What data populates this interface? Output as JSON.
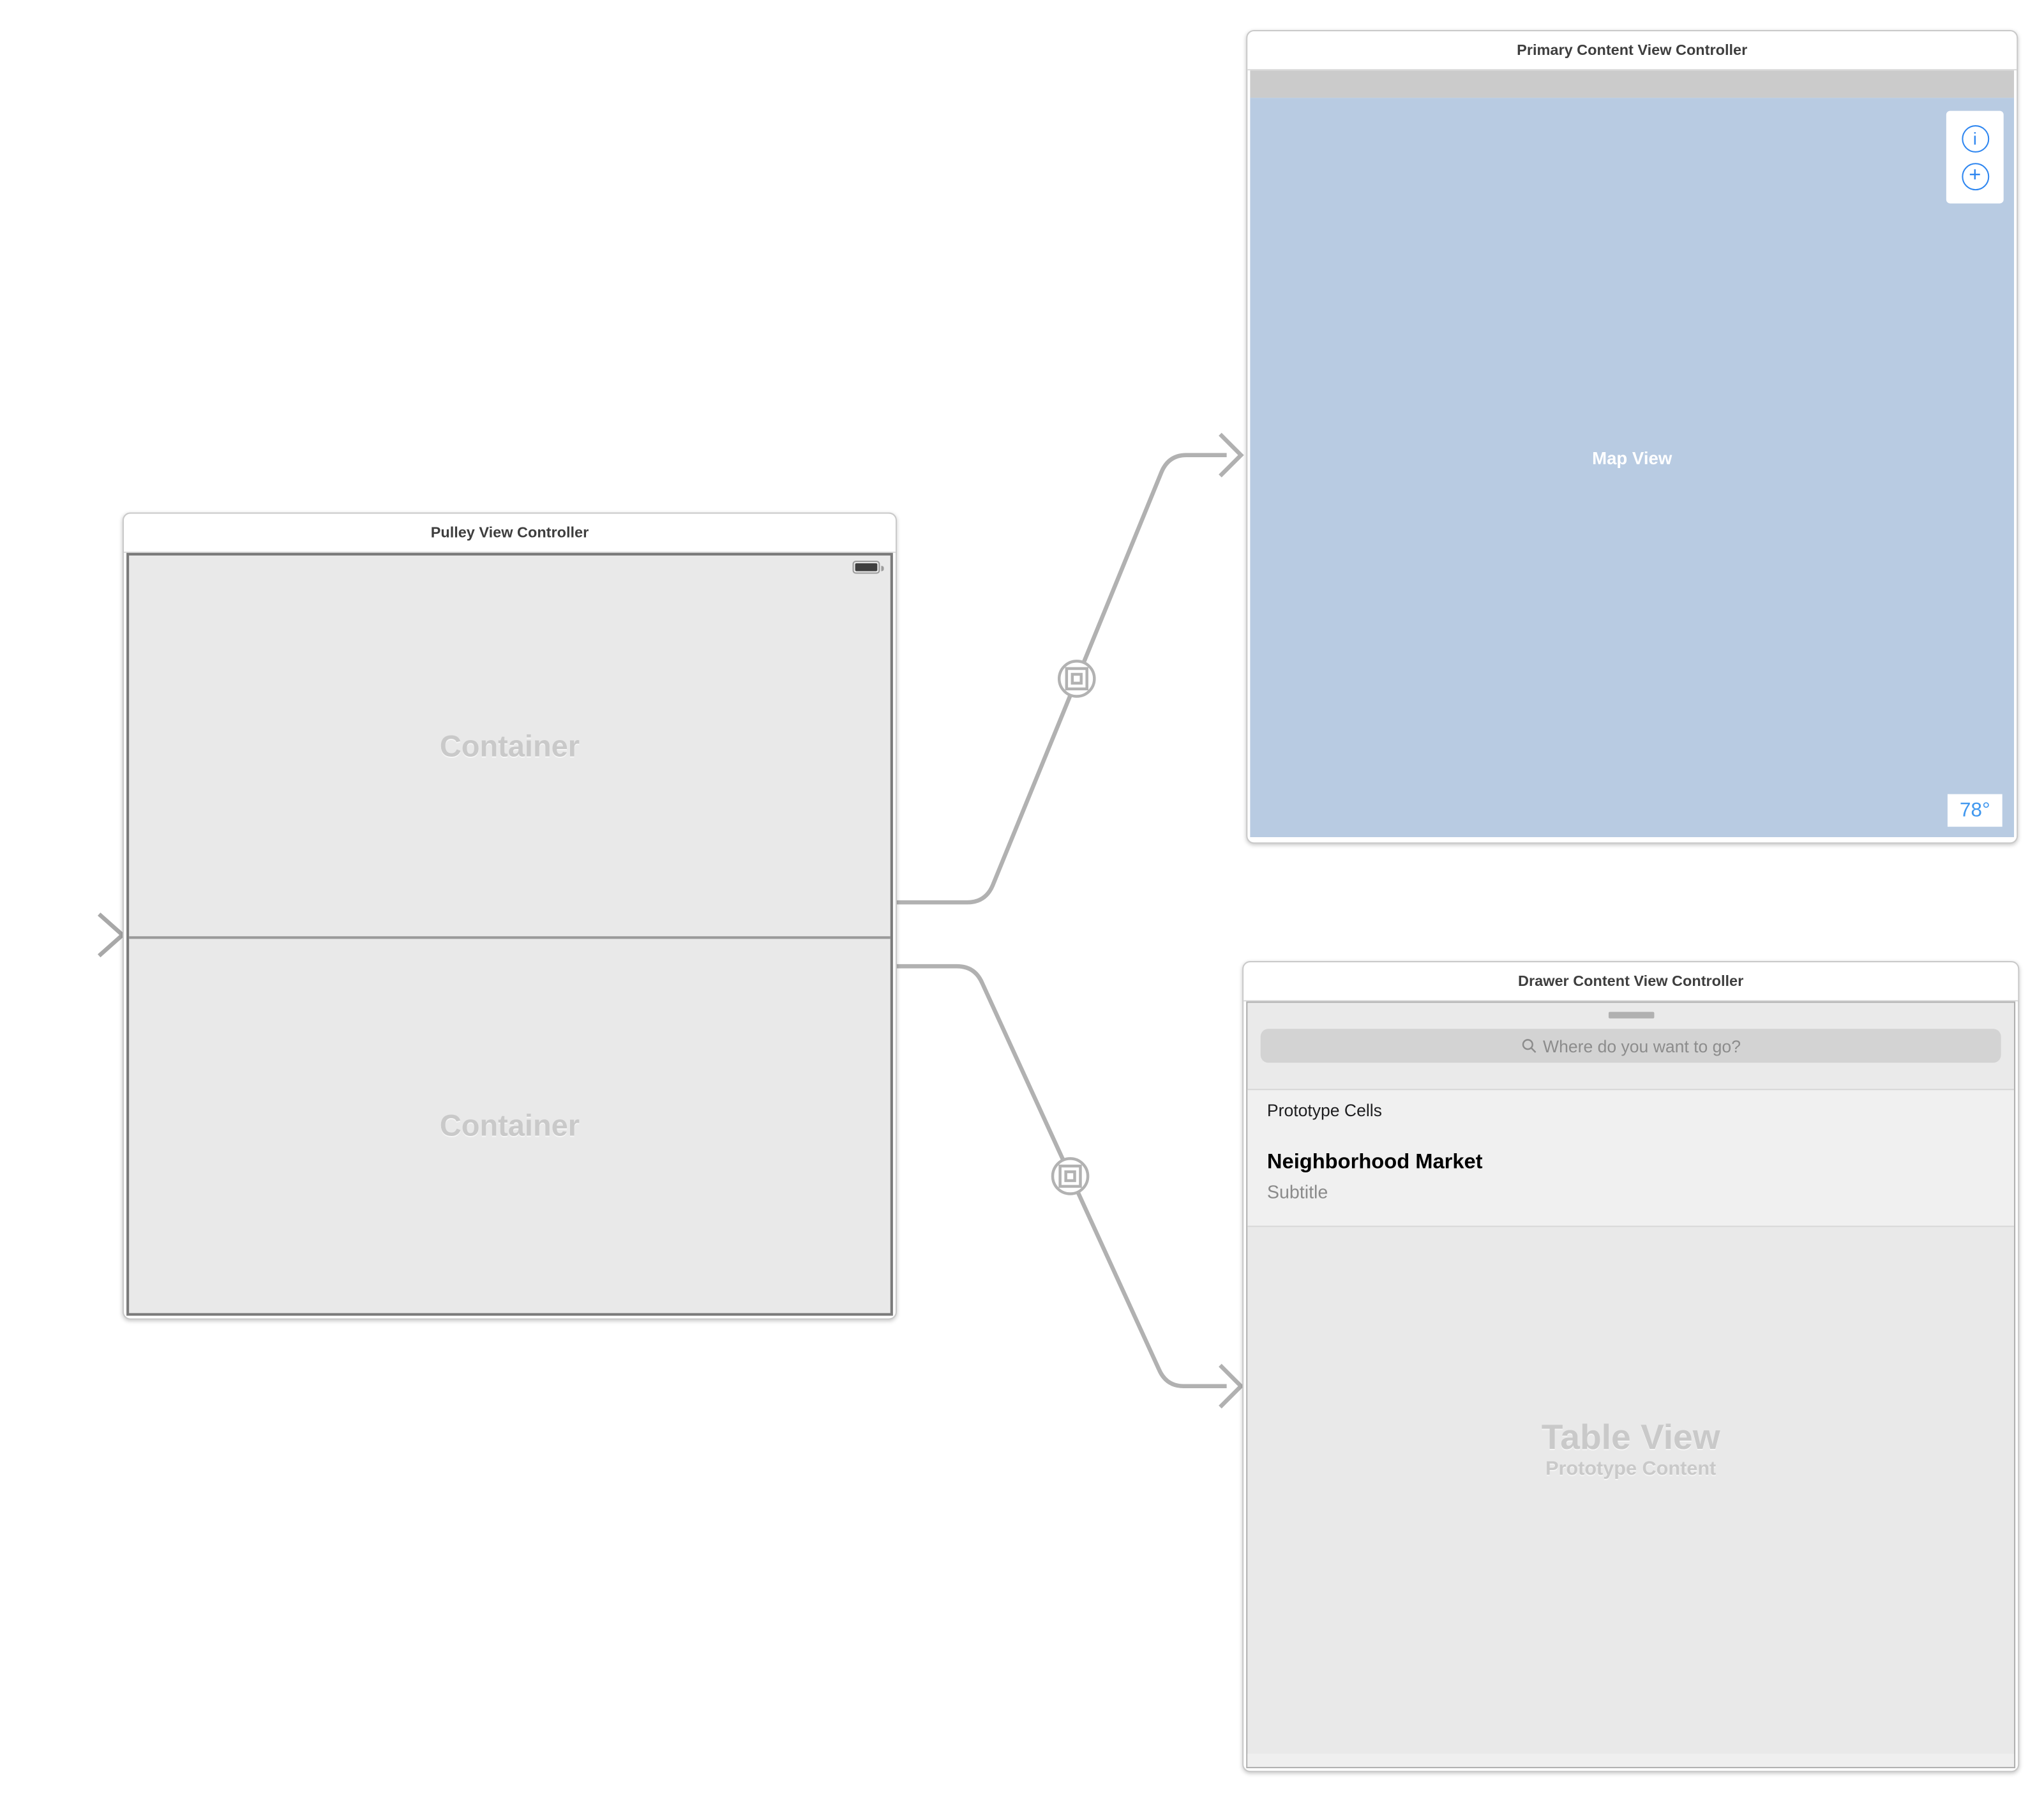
{
  "pulley": {
    "title": "Pulley View Controller",
    "containers": [
      {
        "label": "Container"
      },
      {
        "label": "Container"
      }
    ]
  },
  "primary": {
    "title": "Primary Content View Controller",
    "map_label": "Map View",
    "info_button": "i",
    "add_button": "+",
    "temperature": "78°"
  },
  "drawer": {
    "title": "Drawer Content View Controller",
    "search_placeholder": "Where do you want to go?",
    "section_label": "Prototype Cells",
    "cell": {
      "title": "Neighborhood Market",
      "subtitle": "Subtitle"
    },
    "table_label": "Table View",
    "table_sublabel": "Prototype Content"
  },
  "colors": {
    "map_blue": "#b8cbe2",
    "accent_blue": "#2e86f0",
    "temperature_blue": "#4198ef",
    "wire_gray": "#b1b1b1"
  }
}
